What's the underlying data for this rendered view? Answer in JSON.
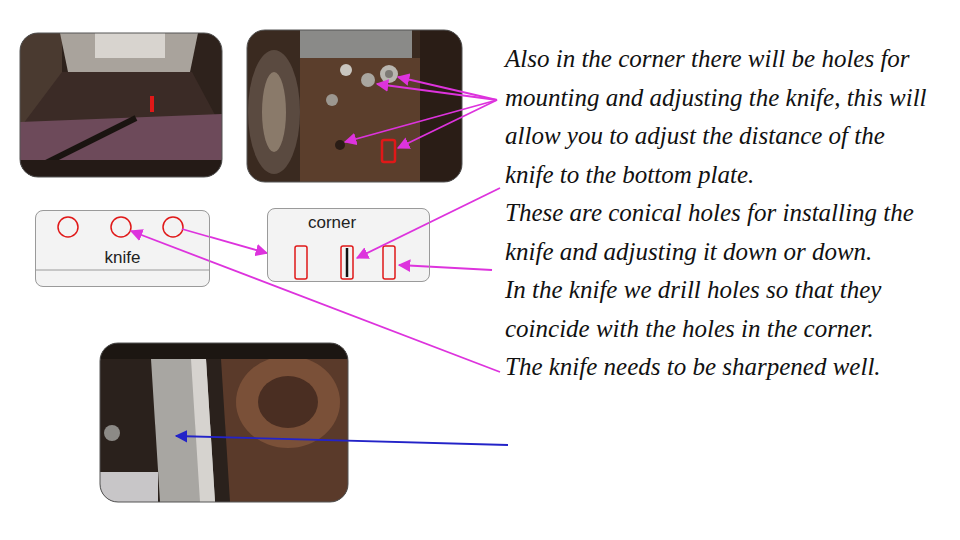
{
  "diagram": {
    "nodes": [
      {
        "text": [
          "knife"
        ]
      },
      {
        "text": [
          "corner"
        ]
      }
    ],
    "edges": [
      {
        "from": 0,
        "to": 1,
        "arrow": "to"
      }
    ],
    "labels": [
      "Also in the corner there will be holes for mounting and adjusting the knife, this will allow you to adjust the distance of the knife to the bottom plate.",
      "These are conical holes for installing the knife and adjusting it down or down.",
      "In the knife we drill holes so that they coincide with the holes in the corner.",
      "The knife needs to be sharpened well."
    ]
  }
}
